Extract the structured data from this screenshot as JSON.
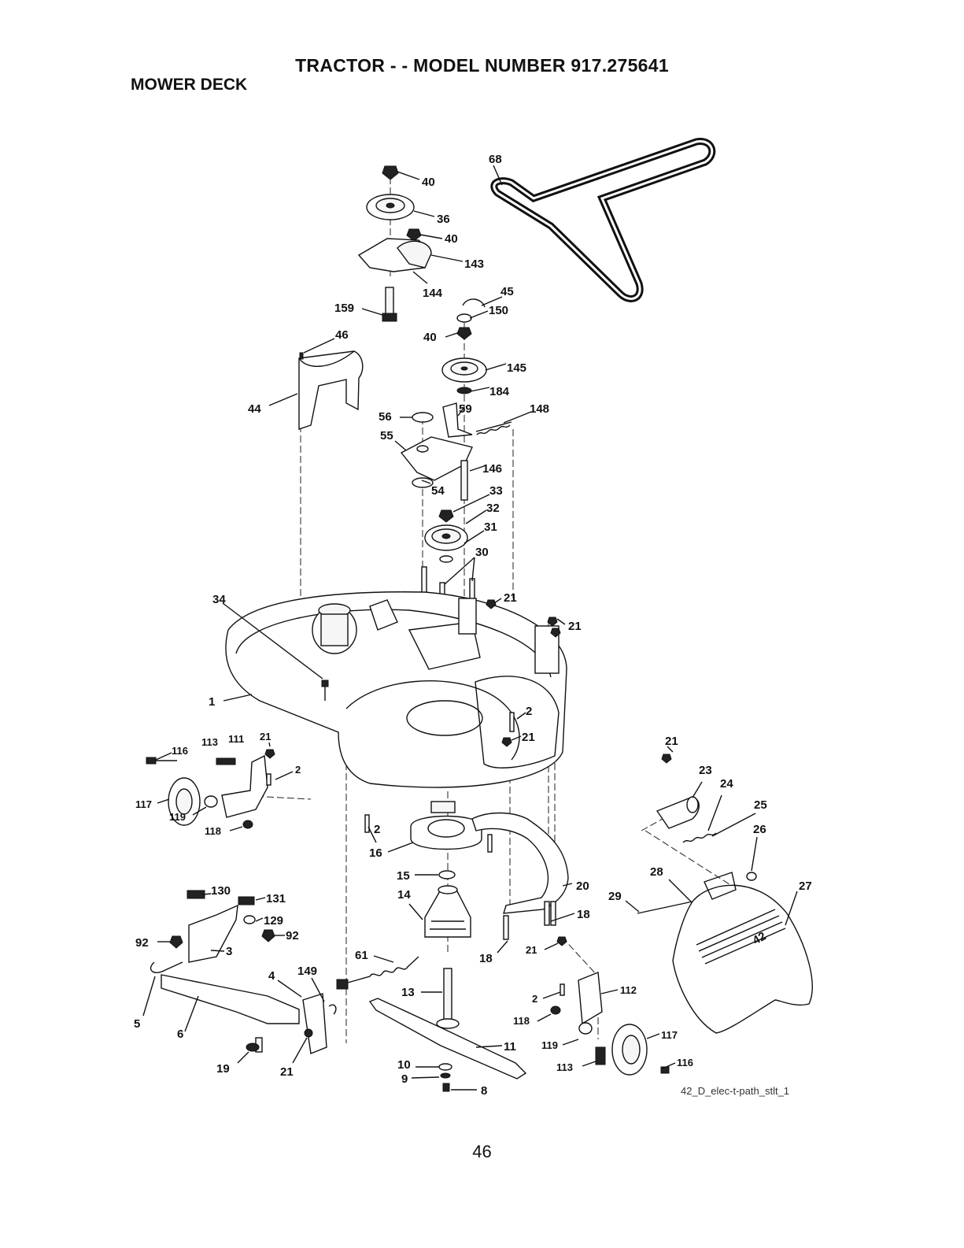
{
  "header": {
    "title": "TRACTOR - - MODEL NUMBER 917.275641",
    "subtitle": "MOWER DECK"
  },
  "diagram": {
    "reference_code": "42_D_elec-t-path_stlt_1",
    "deck_size_marking": "42",
    "callouts": [
      {
        "id": "c40a",
        "text": "40"
      },
      {
        "id": "c36",
        "text": "36"
      },
      {
        "id": "c40b",
        "text": "40"
      },
      {
        "id": "c143",
        "text": "143"
      },
      {
        "id": "c144",
        "text": "144"
      },
      {
        "id": "c159",
        "text": "159"
      },
      {
        "id": "c68",
        "text": "68"
      },
      {
        "id": "c45",
        "text": "45"
      },
      {
        "id": "c150",
        "text": "150"
      },
      {
        "id": "c40c",
        "text": "40"
      },
      {
        "id": "c46",
        "text": "46"
      },
      {
        "id": "c44",
        "text": "44"
      },
      {
        "id": "c145",
        "text": "145"
      },
      {
        "id": "c184",
        "text": "184"
      },
      {
        "id": "c56",
        "text": "56"
      },
      {
        "id": "c59",
        "text": "59"
      },
      {
        "id": "c148",
        "text": "148"
      },
      {
        "id": "c55",
        "text": "55"
      },
      {
        "id": "c146",
        "text": "146"
      },
      {
        "id": "c54",
        "text": "54"
      },
      {
        "id": "c33",
        "text": "33"
      },
      {
        "id": "c32",
        "text": "32"
      },
      {
        "id": "c31",
        "text": "31"
      },
      {
        "id": "c30",
        "text": "30"
      },
      {
        "id": "c34",
        "text": "34"
      },
      {
        "id": "c21a",
        "text": "21"
      },
      {
        "id": "c21b",
        "text": "21"
      },
      {
        "id": "c1",
        "text": "1"
      },
      {
        "id": "c2a",
        "text": "2"
      },
      {
        "id": "c21c",
        "text": "21"
      },
      {
        "id": "c113a",
        "text": "113"
      },
      {
        "id": "c111",
        "text": "111"
      },
      {
        "id": "c21d",
        "text": "21"
      },
      {
        "id": "c116a",
        "text": "116"
      },
      {
        "id": "c2b",
        "text": "2"
      },
      {
        "id": "c117a",
        "text": "117"
      },
      {
        "id": "c119a",
        "text": "119"
      },
      {
        "id": "c118a",
        "text": "118"
      },
      {
        "id": "c2c",
        "text": "2"
      },
      {
        "id": "c16",
        "text": "16"
      },
      {
        "id": "c15",
        "text": "15"
      },
      {
        "id": "c14",
        "text": "14"
      },
      {
        "id": "c20",
        "text": "20"
      },
      {
        "id": "c18a",
        "text": "18"
      },
      {
        "id": "c18b",
        "text": "18"
      },
      {
        "id": "c21e",
        "text": "21"
      },
      {
        "id": "c21f",
        "text": "21"
      },
      {
        "id": "c23",
        "text": "23"
      },
      {
        "id": "c24",
        "text": "24"
      },
      {
        "id": "c25",
        "text": "25"
      },
      {
        "id": "c26",
        "text": "26"
      },
      {
        "id": "c28",
        "text": "28"
      },
      {
        "id": "c29",
        "text": "29"
      },
      {
        "id": "c27",
        "text": "27"
      },
      {
        "id": "c130",
        "text": "130"
      },
      {
        "id": "c131",
        "text": "131"
      },
      {
        "id": "c129",
        "text": "129"
      },
      {
        "id": "c92a",
        "text": "92"
      },
      {
        "id": "c92b",
        "text": "92"
      },
      {
        "id": "c3",
        "text": "3"
      },
      {
        "id": "c61",
        "text": "61"
      },
      {
        "id": "c4",
        "text": "4"
      },
      {
        "id": "c149",
        "text": "149"
      },
      {
        "id": "c5",
        "text": "5"
      },
      {
        "id": "c6",
        "text": "6"
      },
      {
        "id": "c13",
        "text": "13"
      },
      {
        "id": "c2d",
        "text": "2"
      },
      {
        "id": "c112",
        "text": "112"
      },
      {
        "id": "c118b",
        "text": "118"
      },
      {
        "id": "c117b",
        "text": "117"
      },
      {
        "id": "c119b",
        "text": "119"
      },
      {
        "id": "c11",
        "text": "11"
      },
      {
        "id": "c19",
        "text": "19"
      },
      {
        "id": "c21g",
        "text": "21"
      },
      {
        "id": "c10",
        "text": "10"
      },
      {
        "id": "c9",
        "text": "9"
      },
      {
        "id": "c8",
        "text": "8"
      },
      {
        "id": "c113b",
        "text": "113"
      },
      {
        "id": "c116b",
        "text": "116"
      }
    ]
  },
  "footer": {
    "page_number": "46"
  }
}
